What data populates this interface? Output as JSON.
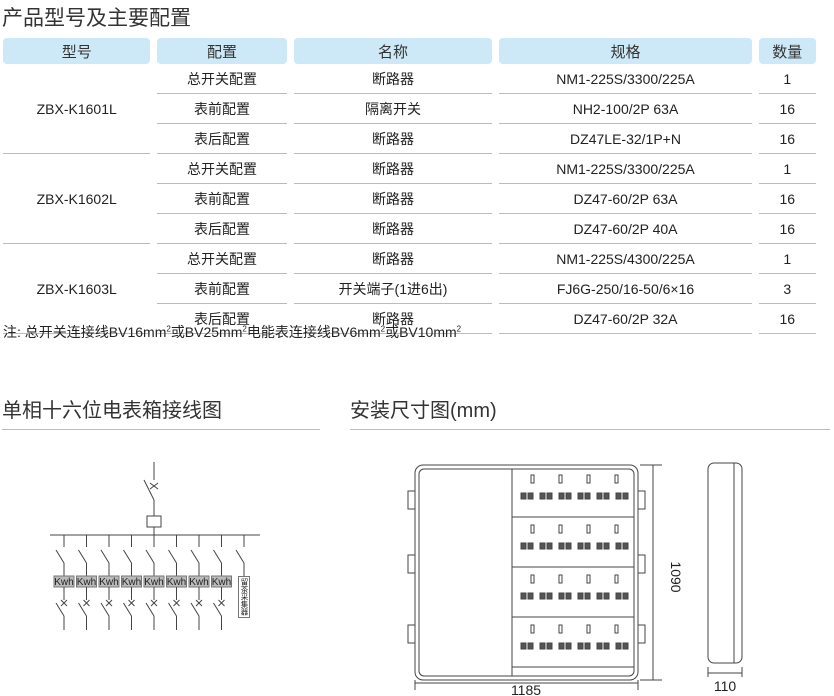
{
  "title": "产品型号及主要配置",
  "headers": [
    "型号",
    "配置",
    "名称",
    "规格",
    "数量"
  ],
  "groups": [
    {
      "model": "ZBX-K1601L",
      "rows": [
        [
          "总开关配置",
          "断路器",
          "NM1-225S/3300/225A",
          "1"
        ],
        [
          "表前配置",
          "隔离开关",
          "NH2-100/2P  63A",
          "16"
        ],
        [
          "表后配置",
          "断路器",
          "DZ47LE-32/1P+N",
          "16"
        ]
      ]
    },
    {
      "model": "ZBX-K1602L",
      "rows": [
        [
          "总开关配置",
          "断路器",
          "NM1-225S/3300/225A",
          "1"
        ],
        [
          "表前配置",
          "断路器",
          "DZ47-60/2P  63A",
          "16"
        ],
        [
          "表后配置",
          "断路器",
          "DZ47-60/2P  40A",
          "16"
        ]
      ]
    },
    {
      "model": "ZBX-K1603L",
      "rows": [
        [
          "总开关配置",
          "断路器",
          "NM1-225S/4300/225A",
          "1"
        ],
        [
          "表前配置",
          "开关端子(1进6出)",
          "FJ6G-250/16-50/6×16",
          "3"
        ],
        [
          "表后配置",
          "断路器",
          "DZ47-60/2P  32A",
          "16"
        ]
      ]
    }
  ],
  "note": {
    "p1": "注: 总开关连接线BV16mm",
    "p2": "或BV25mm",
    "p3": "电能表连接线BV6mm",
    "p4": "或BV10mm",
    "sup": "2"
  },
  "wiring": {
    "title": "单相十六位电表箱接线图",
    "meter_label": "Kwh",
    "collector_label": "留茶采集器"
  },
  "dims": {
    "title": "安装尺寸图(mm)",
    "width": "1185",
    "height": "1090",
    "depth": "110"
  }
}
